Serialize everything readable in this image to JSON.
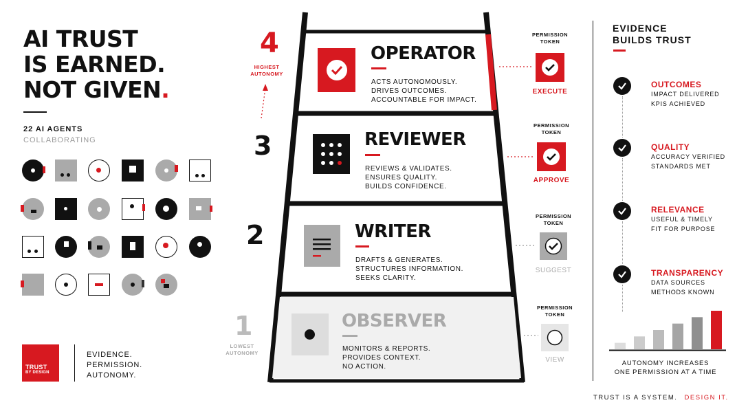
{
  "headline": {
    "line1": "AI TRUST",
    "line2": "IS EARNED.",
    "line3": "NOT GIVEN",
    "period": "."
  },
  "agents": {
    "count_label": "22 AI AGENTS",
    "sub_label": "COLLABORATING"
  },
  "logo": {
    "line1": "TRUST",
    "line2": "BY DESIGN"
  },
  "tagline": [
    "EVIDENCE.",
    "PERMISSION.",
    "AUTONOMY."
  ],
  "levels": [
    {
      "number": "4",
      "title": "OPERATOR",
      "caption": "HIGHEST AUTONOMY",
      "lines": [
        "ACTS AUTONOMOUSLY.",
        "DRIVES OUTCOMES.",
        "ACCOUNTABLE FOR IMPACT."
      ],
      "token_label": "PERMISSION TOKEN",
      "permission": "EXECUTE"
    },
    {
      "number": "3",
      "title": "REVIEWER",
      "caption": "",
      "lines": [
        "REVIEWS & VALIDATES.",
        "ENSURES QUALITY.",
        "BUILDS CONFIDENCE."
      ],
      "token_label": "PERMISSION TOKEN",
      "permission": "APPROVE"
    },
    {
      "number": "2",
      "title": "WRITER",
      "caption": "",
      "lines": [
        "DRAFTS & GENERATES.",
        "STRUCTURES INFORMATION.",
        "SEEKS CLARITY."
      ],
      "token_label": "PERMISSION TOKEN",
      "permission": "SUGGEST"
    },
    {
      "number": "1",
      "title": "OBSERVER",
      "caption": "LOWEST AUTONOMY",
      "lines": [
        "MONITORS & REPORTS.",
        "PROVIDES CONTEXT.",
        "NO ACTION."
      ],
      "token_label": "PERMISSION TOKEN",
      "permission": "VIEW"
    }
  ],
  "evidence": {
    "title_line1": "EVIDENCE",
    "title_line2": "BUILDS TRUST",
    "items": [
      {
        "title": "OUTCOMES",
        "lines": [
          "IMPACT DELIVERED",
          "KPIS ACHIEVED"
        ]
      },
      {
        "title": "QUALITY",
        "lines": [
          "ACCURACY VERIFIED",
          "STANDARDS MET"
        ]
      },
      {
        "title": "RELEVANCE",
        "lines": [
          "USEFUL & TIMELY",
          "FIT FOR PURPOSE"
        ]
      },
      {
        "title": "TRANSPARENCY",
        "lines": [
          "DATA SOURCES",
          "METHODS KNOWN"
        ]
      }
    ],
    "bars_caption_line1": "AUTONOMY INCREASES",
    "bars_caption_line2": "ONE PERMISSION AT A TIME",
    "bar_levels": [
      1,
      2,
      3,
      4,
      5,
      6
    ]
  },
  "footer": {
    "part1": "TRUST IS A SYSTEM.",
    "part2": "DESIGN IT."
  },
  "colors": {
    "accent": "#d71920",
    "ink": "#111111",
    "mute": "#aaaaaa"
  }
}
